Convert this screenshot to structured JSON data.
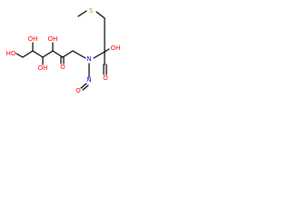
{
  "diagram": {
    "type": "structural-formula",
    "colors": {
      "carbon_bond": "#000000",
      "oxygen": "#ff0000",
      "nitrogen": "#0000ff",
      "sulfur": "#b8a000",
      "background": "#ffffff"
    },
    "atoms": {
      "s": "S",
      "n_amine": "N",
      "n_nitroso": "N",
      "o_nitroso": "O",
      "o_ketone": "O",
      "oh_acid": "OH",
      "o_acid": "O",
      "oh_c2": "OH",
      "oh_c3": "OH",
      "oh_c4": "OH",
      "oh_c5": "HO"
    }
  }
}
